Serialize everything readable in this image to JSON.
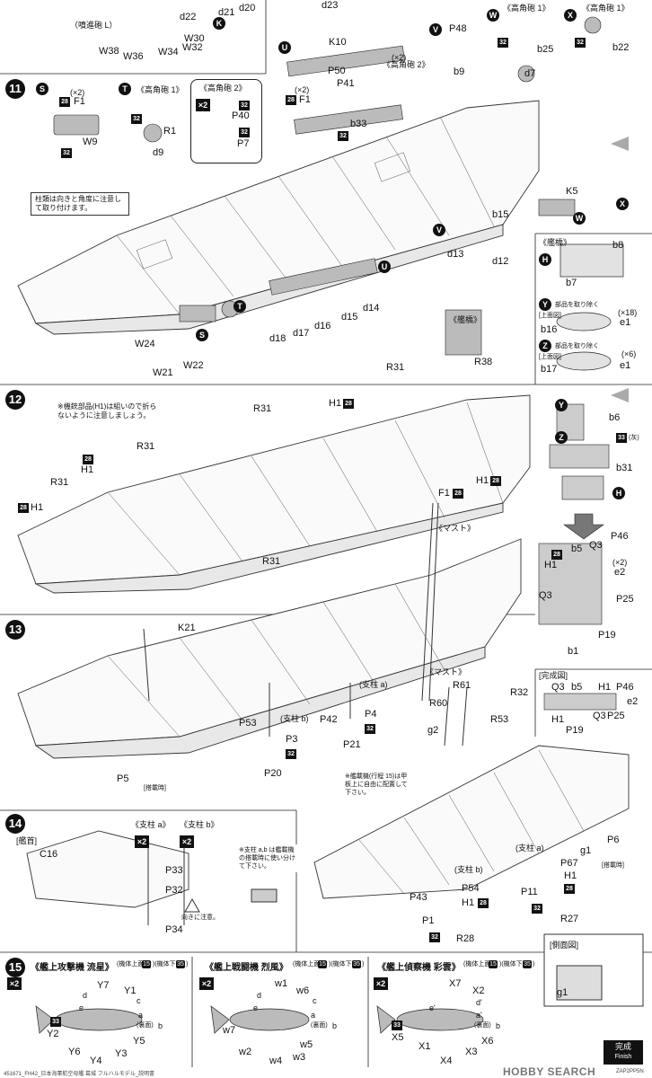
{
  "step11": {
    "number": "11",
    "s_parts": {
      "count": "(×2)",
      "f1": "F1",
      "w9": "W9"
    },
    "t_header": "《高角砲 1》",
    "t_parts": {
      "r1": "R1",
      "d9": "d9"
    },
    "t2_header": "《高角砲 2》",
    "t2_parts": {
      "x2": "×2",
      "p40": "P40",
      "p7": "P7"
    },
    "note": "柱類は向きと角度に注意して取り付けます。",
    "u_parts": {
      "k10": "K10",
      "count": "(×2)",
      "gun2": "《高角砲 2》",
      "p50": "P50",
      "p41": "P41",
      "count2": "(×2)",
      "f1": "F1",
      "b33": "b33"
    },
    "v_parts": {
      "p48": "P48",
      "b9": "b9"
    },
    "w_parts": {
      "header": "《高角砲 1》",
      "b25": "b25",
      "d7": "d7"
    },
    "x_parts": {
      "header": "《高角砲 1》",
      "b22": "b22"
    },
    "top_parts": {
      "d22": "d22",
      "d21": "d21",
      "d20": "d20",
      "d23": "d23",
      "label": "（噴進砲 L）",
      "w30": "W30",
      "w38": "W38",
      "w36": "W36",
      "w34": "W34",
      "w32": "W32"
    },
    "hull_parts": {
      "k5": "K5",
      "b15": "b15",
      "d12": "d12",
      "d13": "d13",
      "d14": "d14",
      "d15": "d15",
      "d16": "d16",
      "d17": "d17",
      "d18": "d18",
      "w24": "W24",
      "w22": "W22",
      "w21": "W21"
    },
    "bridge": {
      "header": "《艦橋》",
      "b8": "b8",
      "b7": "b7",
      "y_note": "部品を取り除く",
      "y_top": "[上面図]",
      "b16": "b16",
      "y_count": "(×18)",
      "e1": "e1",
      "z_note": "部品を取り除く",
      "z_top": "[上面図]",
      "b17": "b17",
      "z_count": "(×6)",
      "e1b": "e1"
    },
    "bridge_label": "《艦橋》",
    "r38": "R38"
  },
  "step12": {
    "number": "12",
    "note": "※機銃部品(H1)は組いので折らないように注意しましょう。",
    "labels": {
      "r31a": "R31",
      "r31b": "R31",
      "r31c": "R31",
      "r31d": "R31",
      "r31e": "R31",
      "h1a": "H1",
      "h1b": "H1",
      "h1c": "H1",
      "h1d": "H1",
      "f1": "F1",
      "mast": "《マスト》"
    },
    "bridge": {
      "b6": "b6",
      "b31": "b31",
      "q3a": "Q3",
      "p46": "P46",
      "b5": "b5",
      "h1": "H1",
      "count": "(×2)",
      "e2": "e2",
      "q3b": "Q3",
      "p25": "P25",
      "p19": "P19",
      "b1": "b1",
      "done": "[完成図]",
      "d_q3": "Q3",
      "d_b5": "b5",
      "d_h1": "H1",
      "d_p46": "P46",
      "d_e2": "e2",
      "d_h1b": "H1",
      "d_q3b": "Q3",
      "d_p25": "P25",
      "d_p19": "P19",
      "gray": "(灰)"
    }
  },
  "step13": {
    "number": "13",
    "labels": {
      "k21": "K21",
      "p53": "P53",
      "strut_b": "(支柱 b)",
      "p3": "P3",
      "p20": "P20",
      "p42": "P42",
      "strut_a": "(支柱 a)",
      "p4": "P4",
      "p21": "P21",
      "p5": "P5",
      "p5note": "[搭載時]"
    },
    "mast": {
      "header": "《マスト》",
      "r61": "R61",
      "r60": "R60",
      "r32": "R32",
      "r53": "R53",
      "g2": "g2"
    }
  },
  "step14": {
    "number": "14",
    "bow": "[艦首]",
    "c16": "C16",
    "strut_a": "《支柱 a》",
    "strut_b": "《支柱 b》",
    "x2a": "×2",
    "x2b": "×2",
    "p33": "P33",
    "p32": "P32",
    "caution": "向きに注意。",
    "p34": "P34",
    "note1": "※支柱 a,b は艦載機の搭載時に使い分けて下さい。",
    "note2": "※艦載機(行程 15)は甲板上に自由に配置して下さい。",
    "labels": {
      "p6": "P6",
      "p6note": "[搭載時]",
      "strut_a2": "(支柱 a)",
      "g1": "g1",
      "p67": "P67",
      "h1": "H1",
      "strut_b2": "(支柱 b)",
      "p54": "P54",
      "h1b": "H1",
      "p43": "P43",
      "p11": "P11",
      "p1": "P1",
      "r27": "R27",
      "r28": "R28"
    },
    "side": {
      "header": "[側面図]",
      "g1": "g1"
    }
  },
  "step15": {
    "number": "15",
    "a": {
      "header": "《艦上攻撃機 流星》",
      "sub": "(機体上面",
      "n1": "15",
      "sub2": ")(機体下面",
      "n2": "35",
      "end": ")",
      "x2": "×2",
      "y7": "Y7",
      "y1": "Y1",
      "ca": "c",
      "d": "d",
      "e": "e",
      "a": "a",
      "note": "(裏面)",
      "b": "b",
      "y2": "Y2",
      "y6": "Y6",
      "y5": "Y5",
      "y4": "Y4",
      "y3": "Y3"
    },
    "b": {
      "header": "《艦上戦闘機 烈風》",
      "sub": "(機体上面",
      "n1": "15",
      "sub2": ")(機体下面",
      "n2": "35",
      "end": ")",
      "x2": "×2",
      "w1": "w1",
      "w6": "w6",
      "ca": "c",
      "d": "d",
      "e": "e",
      "a": "a",
      "note": "(裏面)",
      "b": "b",
      "w7": "w7",
      "w2": "w2",
      "w5": "w5",
      "w3": "w3",
      "w4": "w4"
    },
    "c": {
      "header": "《艦上偵察機 彩雲》",
      "sub": "(機体上面",
      "n1": "15",
      "sub2": ")(機体下面",
      "n2": "35",
      "end": ")",
      "x2": "×2",
      "x7": "X7",
      "x2p": "X2",
      "dp": "d'",
      "ep": "e'",
      "ap": "a'",
      "note": "(裏面)",
      "bp": "b",
      "x5": "X5",
      "x1": "X1",
      "x4": "X4",
      "x3": "X3",
      "x6": "X6"
    }
  },
  "footer": {
    "left": "451671_FH42_日本海軍航空母艦 葛城 フルハルモデル_説明書",
    "right": "ZAP2PP5N",
    "done": "完成",
    "done_en": "Finish"
  },
  "logo": {
    "text": "HOBBY SEARCH"
  },
  "circles": {
    "S": "S",
    "T": "T",
    "U": "U",
    "V": "V",
    "W": "W",
    "X": "X",
    "K": "K",
    "Y": "Y",
    "Z": "Z",
    "H": "H"
  },
  "paint": {
    "p28": "28",
    "p32": "32",
    "p33": "33"
  }
}
